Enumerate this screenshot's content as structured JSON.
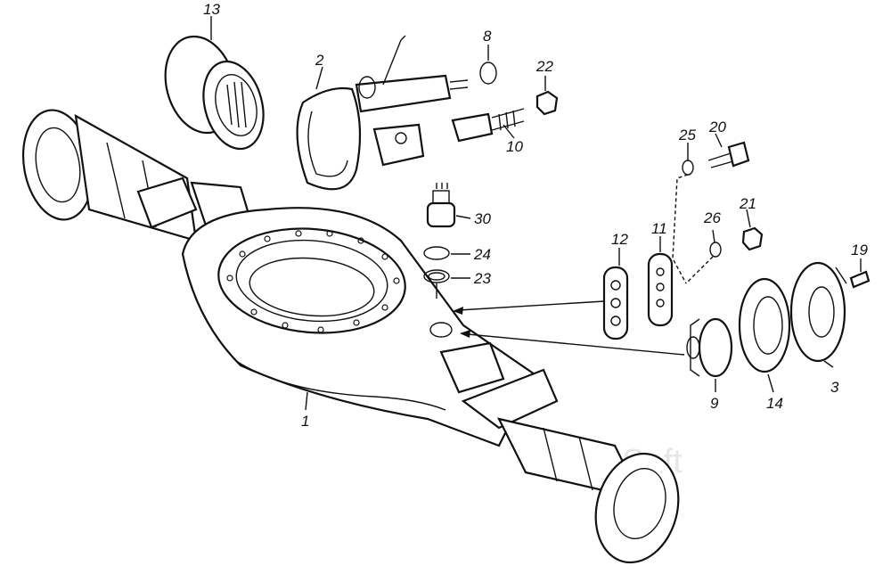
{
  "watermark": "AutoSoft",
  "callouts": {
    "c1": "1",
    "c2": "2",
    "c3": "3",
    "c8": "8",
    "c9": "9",
    "c10": "10",
    "c11": "11",
    "c12": "12",
    "c13": "13",
    "c14": "14",
    "c19": "19",
    "c20": "20",
    "c21": "21",
    "c22": "22",
    "c23": "23",
    "c24": "24",
    "c25": "25",
    "c26": "26",
    "c30": "30"
  }
}
